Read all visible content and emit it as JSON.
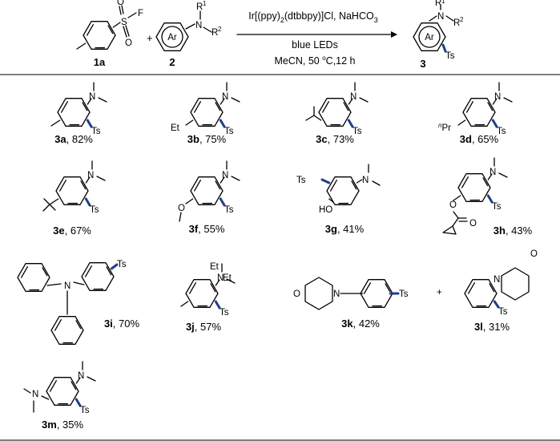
{
  "scheme": {
    "reactant_1": {
      "id": "1a",
      "F": "F",
      "S": "S",
      "O": "O"
    },
    "plus": "+",
    "reactant_2": {
      "id": "2",
      "ring": "Ar",
      "N": "N",
      "R1": "R",
      "R1_sup": "1",
      "R2": "R",
      "R2_sup": "2"
    },
    "conditions": {
      "line1_pre": "Ir[(ppy)",
      "line1_sub1": "2",
      "line1_mid": "(dtbbpy)]Cl, NaHCO",
      "line1_sub2": "3",
      "line2": "blue LEDs",
      "line3_pre": "MeCN, 50 ",
      "line3_sup": "o",
      "line3_post": "C,12 h"
    },
    "product": {
      "id": "3",
      "ring": "Ar",
      "N": "N",
      "R1": "R",
      "R1_sup": "1",
      "R2": "R",
      "R2_sup": "2",
      "Ts": "Ts"
    }
  },
  "products": [
    {
      "id": "3a",
      "yield": ", 82%"
    },
    {
      "id": "3b",
      "yield": ", 75%",
      "sub": "Et"
    },
    {
      "id": "3c",
      "yield": ", 73%"
    },
    {
      "id": "3d",
      "yield": ", 65%",
      "sub_sup": "n",
      "sub": "Pr"
    },
    {
      "id": "3e",
      "yield": ", 67%"
    },
    {
      "id": "3f",
      "yield": ", 55%",
      "sub": "O"
    },
    {
      "id": "3g",
      "yield": ", 41%",
      "sub": "HO"
    },
    {
      "id": "3h",
      "yield": ", 43%",
      "sub": "O",
      "sub2": "O"
    },
    {
      "id": "3i",
      "yield": ", 70%",
      "N": "N"
    },
    {
      "id": "3j",
      "yield": ", 57%",
      "sub": "Et",
      "sub2": "Et"
    },
    {
      "id": "3k",
      "yield": ", 42%",
      "O": "O",
      "N": "N"
    },
    {
      "id": "3l",
      "yield": ", 31%",
      "O": "O",
      "N": "N"
    },
    {
      "id": "3m",
      "yield": ", 35%",
      "N": "N"
    }
  ],
  "labels": {
    "N": "N",
    "Ts": "Ts",
    "plus": "+"
  }
}
